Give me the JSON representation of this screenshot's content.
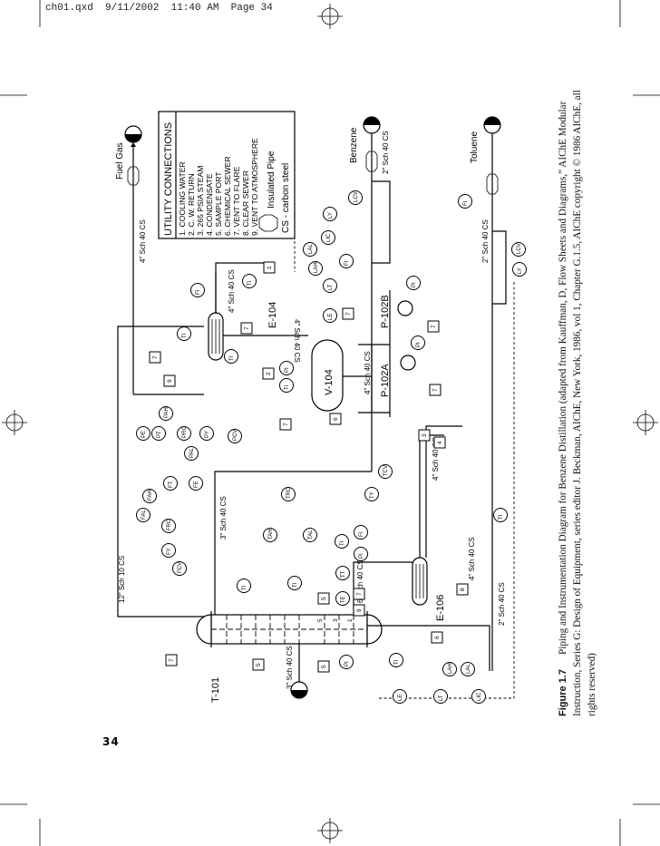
{
  "page": {
    "header": "ch01.qxd  9/11/2002  11:40 AM  Page 34",
    "page_number": "34"
  },
  "legend": {
    "title": "UTILITY CONNECTIONS",
    "items": [
      "1.  COOLING  WATER",
      "2.  C.  W.  RETURN",
      "3.  265  PSIA  STEAM",
      "4.  CONDENSATE",
      "5.  SAMPLE  PORT",
      "6.  CHEMICAL  SEWER",
      "7.  VENT  TO  FLARE",
      "8.  CLEAR  SEWER",
      "9.  VENT  TO  ATMOSPHERE"
    ],
    "insulated_pipe": "Insulated Pipe",
    "cs_note": "CS - carbon steel"
  },
  "equipment": {
    "column": "T-101",
    "accumulator": "V-104",
    "condenser": "E-104",
    "reboiler": "E-106",
    "pump_a": "P-102A",
    "pump_b": "P-102B"
  },
  "streams": {
    "fuel_gas": "Fuel Gas",
    "benzene": "Benzene",
    "toluene": "Toluene"
  },
  "pipe_specs": {
    "fuel_gas_line": "4\" Sch 40 CS",
    "cw_line": "4\" Sch 40 CS",
    "overhead_line": "4\" Sch 40 CS",
    "accum_out": "4\" Sch 40 CS",
    "benzene_line": "2\" Sch 40 CS",
    "toluene_line": "2\" Sch 40 CS",
    "reflux_line": "3\" Sch 40 CS",
    "vapor_line": "12\" Sch 10 CS",
    "feed_line": "3\" Sch 40 CS",
    "reboiler_return": "6\" Sch 40 CS",
    "steam_line": "4\" Sch 40 CS",
    "bottoms_line": "2\" Sch 40 CS",
    "reboiler_vapor": "4\" Sch 40 CS"
  },
  "instruments": {
    "TI": "TI",
    "FI": "FI",
    "PI": "PI",
    "LE": "LE",
    "LT": "LT",
    "LIC": "LIC",
    "LAH": "LAH",
    "LAL": "LAL",
    "LY": "LY",
    "LCV": "LCV",
    "PE": "PE",
    "PT": "PT",
    "PRC": "PRC",
    "PY": "PY",
    "PCV": "PCV",
    "PAH": "PAH",
    "PAL": "PAL",
    "FE": "FE",
    "FT": "FT",
    "FRC": "FRC",
    "FY": "FY",
    "FCV": "FCV",
    "FAH": "FAH",
    "FAL": "FAL",
    "TRC": "TRC",
    "TY": "TY",
    "TCV": "TCV",
    "TAH": "TAH",
    "TAL": "TAL",
    "TT": "TT",
    "TE": "TE"
  },
  "utility_boxes": [
    "1",
    "2",
    "3",
    "4",
    "5",
    "6",
    "7",
    "8",
    "9"
  ],
  "trays": [
    "1",
    "3",
    "5"
  ],
  "caption": {
    "label": "Figure 1.7",
    "line1": "Piping and Instrumentation Diagram for Benzene Distillation (adapted from Kauffman, D, Flow Sheets and Diagrams,” AIChE Modular",
    "line2": "Instruction, Series G: Design of Equipment, series editor J. Beckman, AIChE, New York, 1986, vol 1, Chapter G.1.5, AIChE copyright © 1986 AIChE, all",
    "line3": "rights reserved)"
  }
}
